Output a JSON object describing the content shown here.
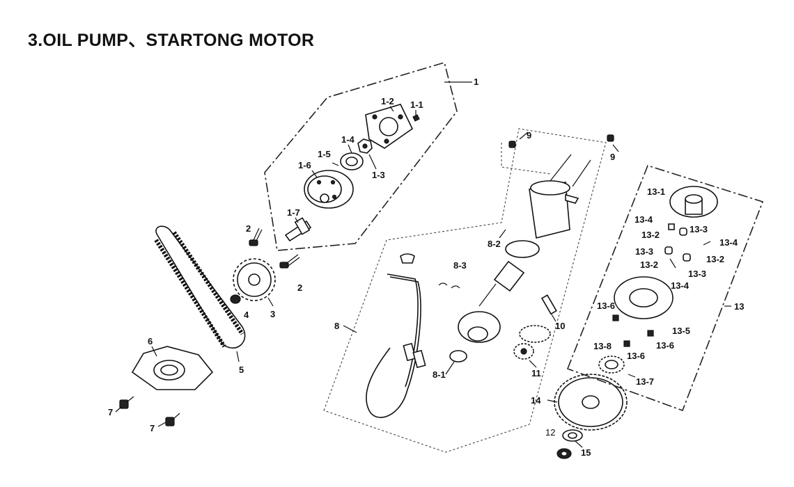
{
  "title": "3.OIL PUMP、STARTONG MOTOR",
  "callouts": {
    "c1": "1",
    "c1_1": "1-1",
    "c1_2": "1-2",
    "c1_3": "1-3",
    "c1_4": "1-4",
    "c1_5": "1-5",
    "c1_6": "1-6",
    "c1_7": "1-7",
    "c2a": "2",
    "c2b": "2",
    "c3": "3",
    "c4": "4",
    "c5": "5",
    "c6": "6",
    "c7a": "7",
    "c7b": "7",
    "c8": "8",
    "c8_1": "8-1",
    "c8_2": "8-2",
    "c8_3": "8-3",
    "c9a": "9",
    "c9b": "9",
    "c10": "10",
    "c11": "11",
    "c12": "12",
    "c13": "13",
    "c13_1": "13-1",
    "c13_2a": "13-2",
    "c13_2b": "13-2",
    "c13_2c": "13-2",
    "c13_3a": "13-3",
    "c13_3b": "13-3",
    "c13_3c": "13-3",
    "c13_4a": "13-4",
    "c13_4b": "13-4",
    "c13_4c": "13-4",
    "c13_5": "13-5",
    "c13_6a": "13-6",
    "c13_6b": "13-6",
    "c13_6c": "13-6",
    "c13_7": "13-7",
    "c13_8": "13-8",
    "c14": "14",
    "c15": "15"
  }
}
